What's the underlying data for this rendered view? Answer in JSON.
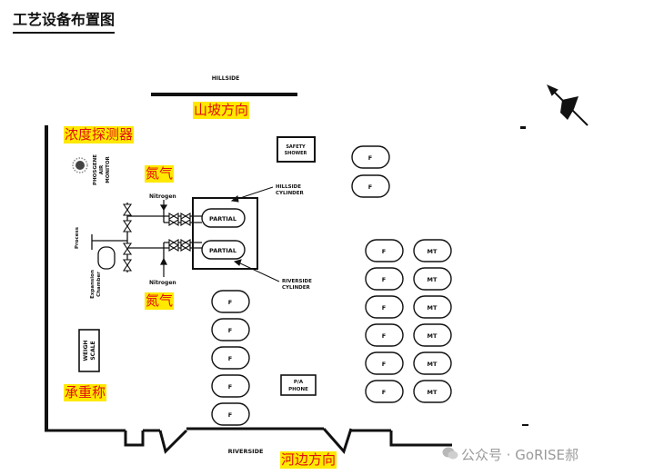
{
  "title": "工艺设备布置图",
  "labels": {
    "hillside": "HILLSIDE",
    "riverside": "RIVERSIDE",
    "safety_shower_1": "SAFETY",
    "safety_shower_2": "SHOWER",
    "phosgene_monitor": [
      "PHOSGENE",
      "AIR",
      "MONITOR"
    ],
    "nitrogen_top": "Nitrogen",
    "nitrogen_bottom": "Nitrogen",
    "process": "Process",
    "expansion_chamber": [
      "Expansion",
      "Chamber"
    ],
    "hillside_cylinder": [
      "HILLSIDE",
      "CYLINDER"
    ],
    "riverside_cylinder": [
      "RIVERSIDE",
      "CYLINDER"
    ],
    "partial_top": "PARTIAL",
    "partial_bottom": "PARTIAL",
    "weigh_scale": [
      "WEIGH",
      "SCALE"
    ],
    "pa_phone": [
      "P/A",
      "PHONE"
    ]
  },
  "cylinders": {
    "full": "F",
    "empty": "MT"
  },
  "annotations": {
    "hillside_dir": "山坡方向",
    "gas_detector": "浓度探测器",
    "nitrogen_top": "氮气",
    "nitrogen_bottom": "氮气",
    "weigh_scale": "承重称",
    "riverside_dir": "河边方向"
  },
  "watermark": "公众号 · GoRISE郝",
  "colors": {
    "highlight": "#ffe900",
    "annotation_text": "#e01010",
    "line": "#111111"
  }
}
